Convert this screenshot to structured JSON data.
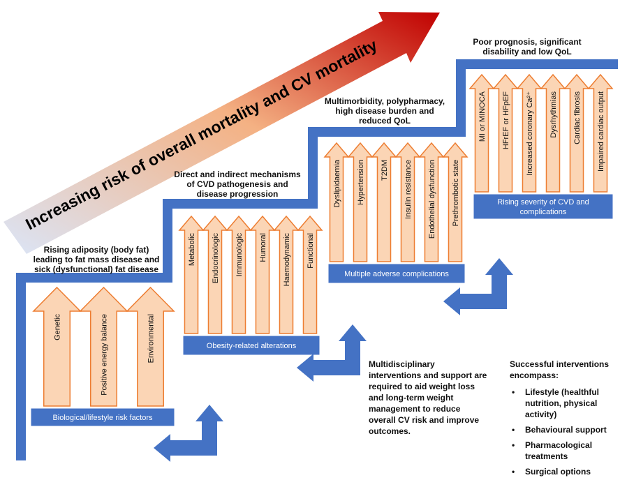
{
  "banner": {
    "text": "Increasing risk of overall mortality and CV mortality"
  },
  "stages": [
    {
      "title_lines": [
        "Rising adiposity (body fat)",
        "leading to fat mass disease and",
        "sick (dysfunctional) fat disease"
      ],
      "arrows": [
        "Genetic",
        "Positive energy balance",
        "Environmental"
      ],
      "box_label": "Biological/lifestyle risk factors"
    },
    {
      "title_lines": [
        "Direct and indirect mechanisms",
        "of CVD pathogenesis and",
        "disease progression"
      ],
      "arrows": [
        "Metabolic",
        "Endocrinologic",
        "Immunologic",
        "Humoral",
        "Haemodynamic",
        "Functional"
      ],
      "box_label": "Obesity-related alterations"
    },
    {
      "title_lines": [
        "Multimorbidity, polypharmacy,",
        "high disease burden and",
        "reduced QoL"
      ],
      "arrows": [
        "Dyslipidaemia",
        "Hypertension",
        "T2DM",
        "Insulin resistance",
        "Endothelial dysfunction",
        "Prethrombotic state"
      ],
      "box_label": "Multiple adverse complications"
    },
    {
      "title_lines": [
        "Poor prognosis, significant",
        "disability and low QoL"
      ],
      "arrows": [
        "MI or MINOCA",
        "HFrEF or HFpEF",
        "Increased coronary Ca²⁺",
        "Dysrhythmias",
        "Cardiac fibrosis",
        "Impaired cardiac output"
      ],
      "box_label_lines": [
        "Rising severity of CVD and",
        "complications"
      ]
    }
  ],
  "interventions_note": {
    "lines": [
      "Multidisciplinary",
      "interventions and support are",
      "required to aid weight loss",
      "and long-term weight",
      "management to reduce",
      "overall CV risk and improve",
      "outcomes."
    ]
  },
  "successful_interventions": {
    "heading": "Successful interventions",
    "heading_line2": "encompass:",
    "bullets": [
      [
        "Lifestyle (healthful",
        "nutrition, physical",
        "activity)"
      ],
      [
        "Behavioural support"
      ],
      [
        "Pharmacological",
        "treatments"
      ],
      [
        "Surgical options"
      ]
    ]
  },
  "colors": {
    "staircase": "#4472c4",
    "arrow_fill": "#fbd5b5",
    "arrow_stroke": "#ed7d31",
    "label_box": "#4472c4",
    "banner_start": "#dbe5f7",
    "banner_end": "#c00000"
  }
}
